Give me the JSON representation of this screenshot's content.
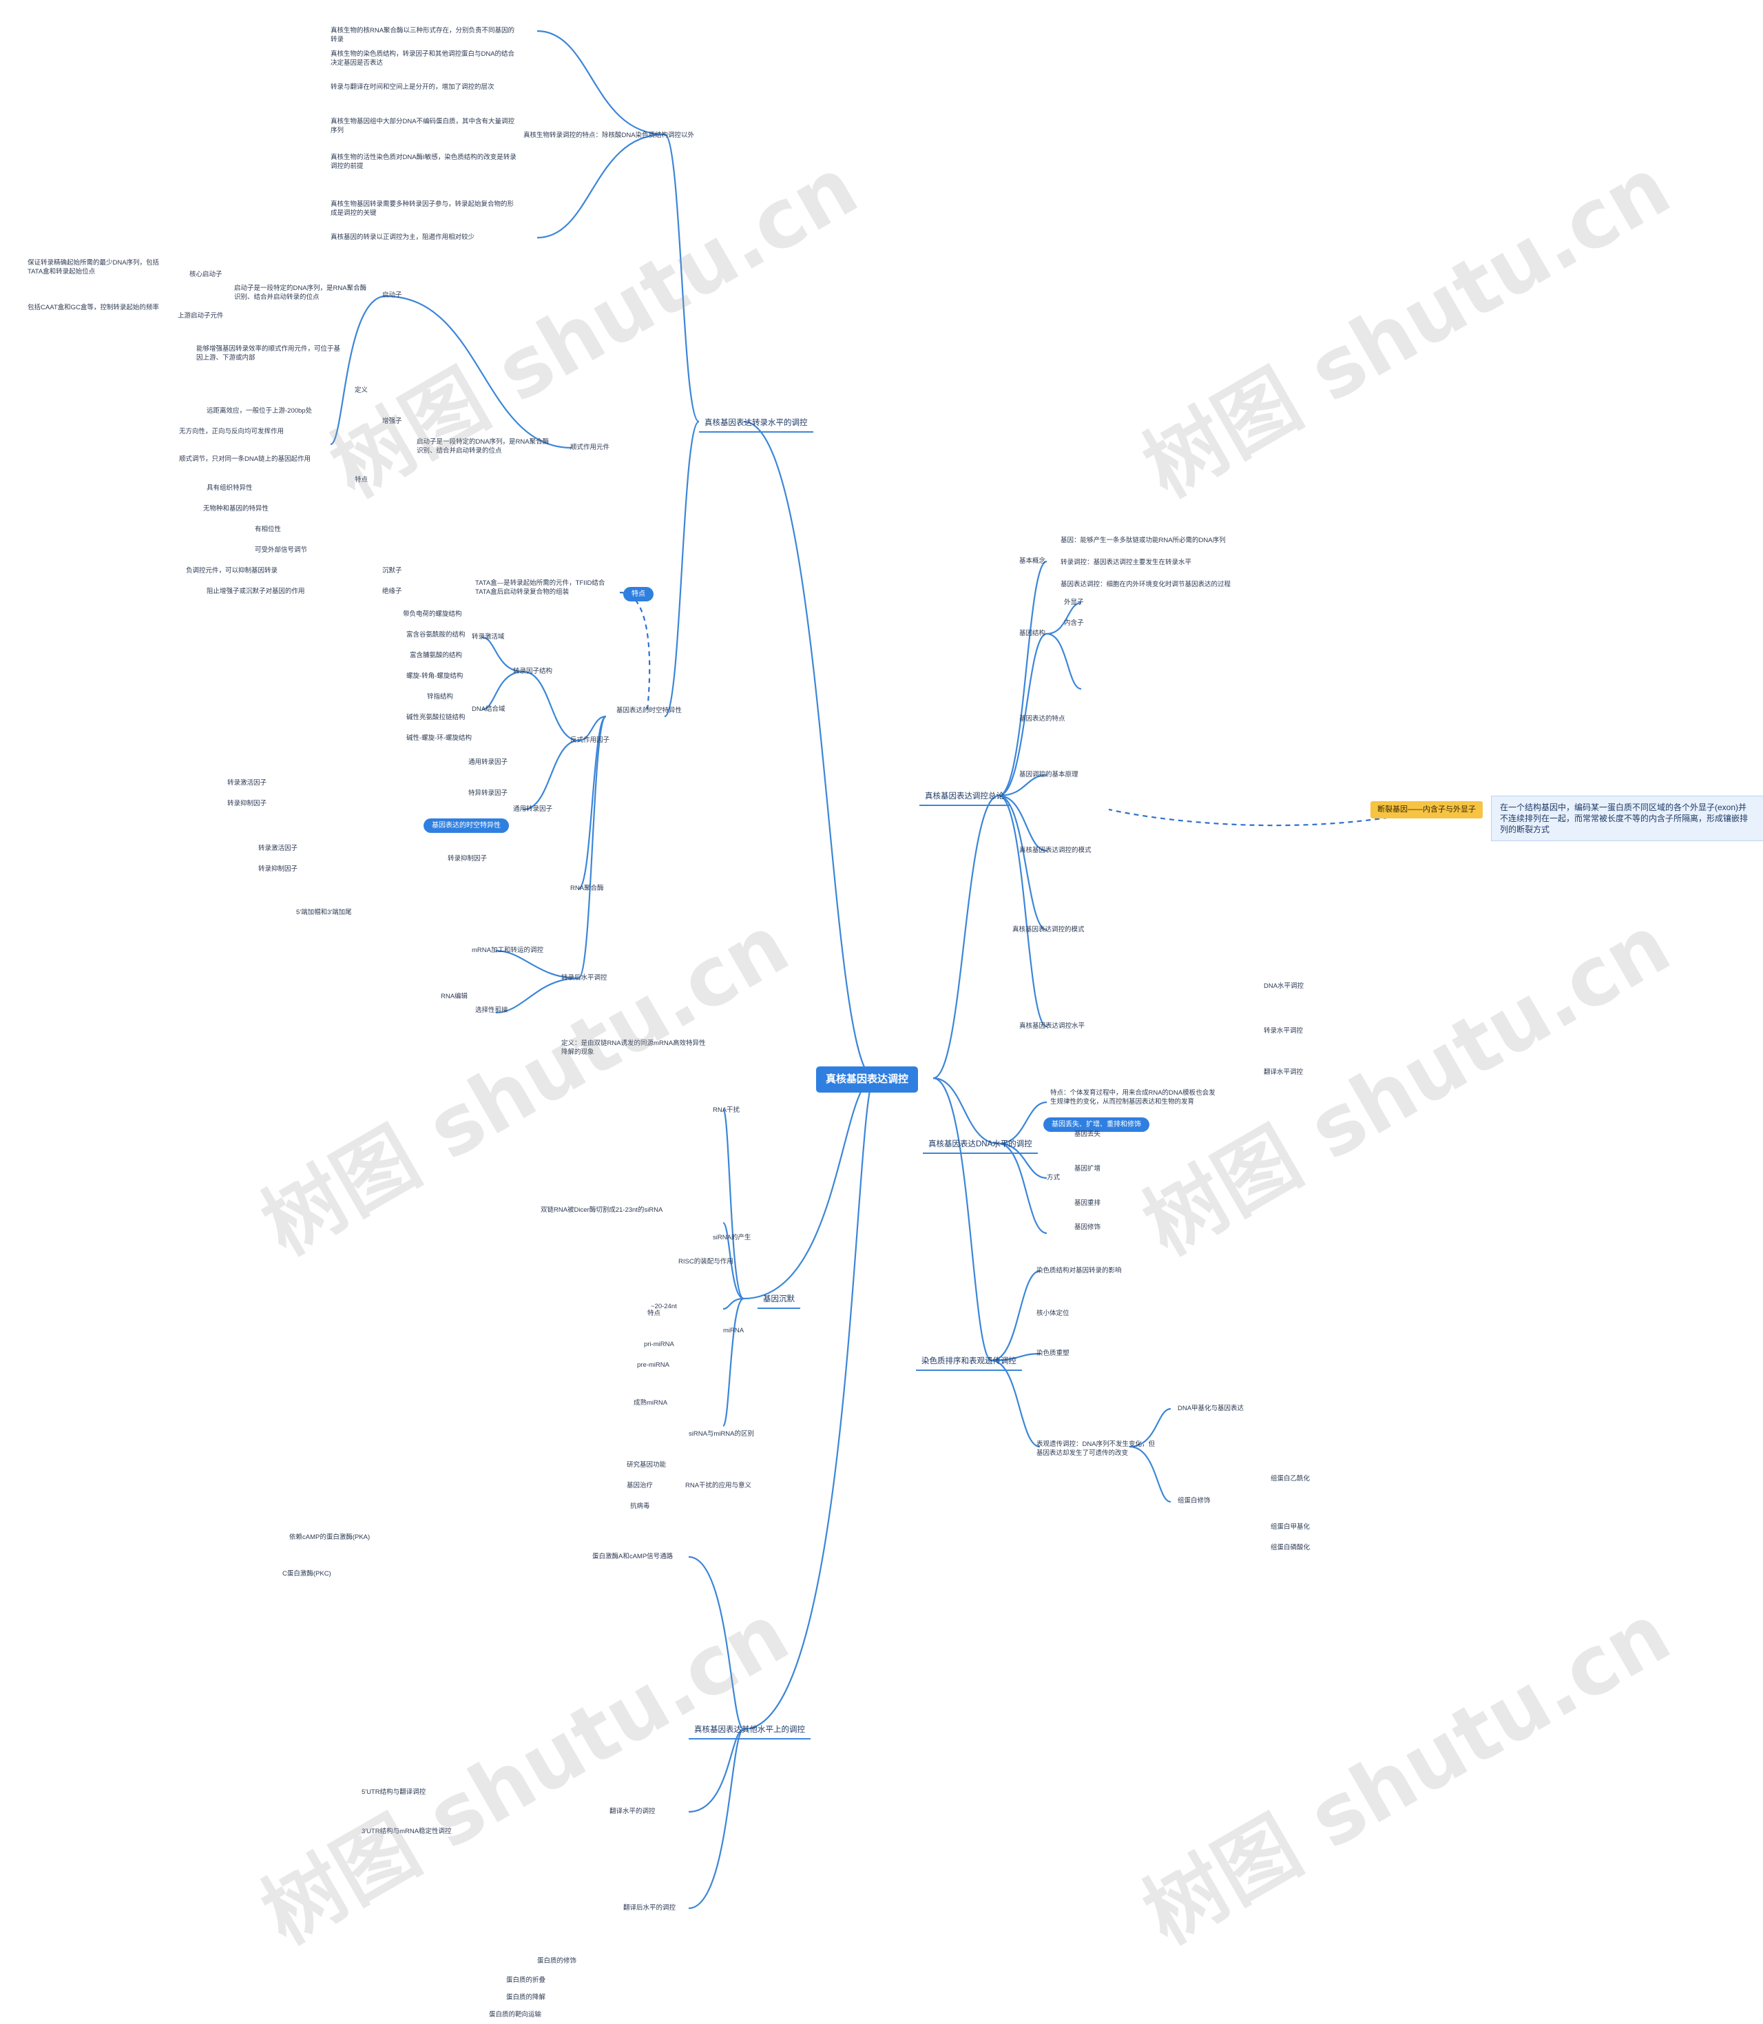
{
  "root": "真核基因表达调控",
  "branches": {
    "transcription": "真核基因表达转录水平的调控",
    "post_transcription_other": "真核基因表达其他水平上的调控",
    "overview": "真核基因表达调控总论",
    "dna_level": "真核基因表达DNA水平的调控",
    "chromatin": "染色质排序和表观遗传调控",
    "silencing": "基因沉默"
  },
  "transcription": {
    "features_group": "真核生物转录调控的特点：除核酸DNA染色质结构调控以外",
    "features": [
      "真核生物的核RNA聚合酶以三种形式存在，分别负责不同基因的转录",
      "真核生物的染色质结构，转录因子和其他调控蛋白与DNA的结合决定基因是否表达",
      "转录与翻译在时间和空间上是分开的，增加了调控的层次",
      "真核生物基因组中大部分DNA不编码蛋白质，其中含有大量调控序列",
      "真核生物的活性染色质对DNA酶I敏感，染色质结构的改变是转录调控的前提",
      "真核生物基因转录需要多种转录因子参与，转录起始复合物的形成是调控的关键",
      "真核基因的转录以正调控为主，阻遏作用相对较少"
    ],
    "cis_elements": "顺式作用元件",
    "promoter": "启动子",
    "promoter_desc": "启动子是一段特定的DNA序列，是RNA聚合酶识别、结合并启动转录的位点",
    "core_promoter": "核心启动子",
    "core_desc": "保证转录精确起始所需的最少DNA序列，包括TATA盒和转录起始位点",
    "upstream_promoter": "上游启动子元件",
    "upstream_desc": "包括CAAT盒和GC盒等，控制转录起始的频率",
    "enhancer": "增强子",
    "enhancer_def": "定义",
    "enhancer_desc": "能够增强基因转录效率的顺式作用元件，可位于基因上游、下游或内部",
    "enhancer_features": "特点",
    "enhancer_items": [
      "远距离效应，一般位于上游-200bp处",
      "无方向性，正向与反向均可发挥作用",
      "顺式调节，只对同一条DNA链上的基因起作用",
      "具有组织特异性",
      "无物种和基因的特异性",
      "有相位性",
      "可受外部信号调节"
    ],
    "silencer": "沉默子",
    "silencer_desc": "负调控元件，可以抑制基因转录",
    "insulator": "绝缘子",
    "insulator_desc": "阻止增强子或沉默子对基因的作用",
    "trans_factors": "反式作用因子",
    "trans_group": "转录因子结构",
    "dna_binding": "DNA结合域",
    "dna_binding_items": [
      "螺旋-转角-螺旋结构",
      "锌指结构",
      "碱性亮氨酸拉链结构",
      "碱性-螺旋-环-螺旋结构"
    ],
    "activation_domain": "转录激活域",
    "activation_items": [
      "带负电荷的螺旋结构",
      "富含谷氨酰胺的结构",
      "富含脯氨酸的结构"
    ],
    "general_tf": "通用转录因子",
    "specific_tf": "特异转录因子",
    "activator": "转录激活因子",
    "repressor": "转录抑制因子",
    "features_pill": "特点",
    "pill_mid": "基因表达的时空特异性",
    "tata_desc": "TATA盒—是转录起始所需的元件，TFIID结合TATA盒后启动转录复合物的组装",
    "rna_pol": "RNA聚合酶",
    "post_tx": "转录后水平调控",
    "mrna_process": "mRNA加工和转运的调控",
    "mrna_cap": "5′端加帽和3′端加尾",
    "alt_splice": "选择性剪接",
    "rna_editing": "RNA编辑"
  },
  "silencing": {
    "rna_i": "RNA干扰",
    "rnai_def": "定义：是由双链RNA诱发的同源mRNA高效特异性降解的现象",
    "sirna": "siRNA的产生",
    "sirna_mech": "双链RNA被Dicer酶切割成21-23nt的siRNA",
    "risc": "RISC的装配与作用",
    "mirna": "miRNA",
    "mirna_items": [
      "~20-24nt",
      "pri-miRNA",
      "pre-miRNA",
      "成熟miRNA"
    ],
    "mirna_features": "特点",
    "sirna_vs_mirna": "siRNA与miRNA的区别",
    "rnai_apps": "RNA干扰的应用与意义",
    "rnai_app_items": [
      "研究基因功能",
      "基因治疗",
      "抗病毒"
    ]
  },
  "overview": {
    "concepts": "基本概念",
    "concept_items": [
      "基因：能够产生一条多肽链或功能RNA所必需的DNA序列",
      "转录调控：基因表达调控主要发生在转录水平",
      "基因表达调控：细胞在内外环境变化时调节基因表达的过程"
    ],
    "gene_structure": "基因结构",
    "exon": "外显子",
    "intron": "内含子",
    "split_gene": "断裂基因——内含子与外显子",
    "split_gene_desc": "在一个结构基因中，编码某一蛋白质不同区域的各个外显子(exon)并不连续排列在一起，而常常被长度不等的内含子所隔离，形成镶嵌排列的断裂方式",
    "features": "基因表达的特点",
    "regulation_basis": "基因调控的基本原理",
    "mode": "真核基因表达调控的模式",
    "multi_level": "真核基因表达调控水平",
    "multi_items": [
      "DNA水平调控",
      "转录水平调控",
      "翻译水平调控"
    ]
  },
  "dna_level": {
    "desc": "特点：个体发育过程中，用来合成RNA的DNA模板也会发生规律性的变化，从而控制基因表达和生物的发育",
    "pill": "基因丢失、扩增、重排和修饰",
    "gene_loss": "基因丢失",
    "gene_amp": "基因扩增",
    "gene_rearr": "基因重排",
    "gene_mod": "基因修饰",
    "methods": "方式"
  },
  "chromatin": {
    "structure_effect": "染色质结构对基因转录的影响",
    "remodeling": "染色质重塑",
    "dna_methylation": "DNA甲基化与基因表达",
    "histone_mod": "组蛋白修饰",
    "histone_items": [
      "组蛋白乙酰化",
      "组蛋白甲基化",
      "组蛋白磷酸化"
    ],
    "epigenetic": "表观遗传调控：DNA序列不发生变化，但基因表达却发生了可遗传的改变",
    "nucleosome": "核小体定位"
  },
  "post_other": {
    "signal": "蛋白激酶A和cAMP信号通路",
    "pka": "依赖cAMP的蛋白激酶(PKA)",
    "pkc": "C蛋白激酶(PKC)",
    "translation": "翻译水平的调控",
    "utr5": "5′UTR结构与翻译调控",
    "utr3": "3′UTR结构与mRNA稳定性调控",
    "post_translation": "翻译后水平的调控",
    "protein_mod": "蛋白质的修饰",
    "protein_fold": "蛋白质的折叠",
    "protein_degr": "蛋白质的降解",
    "protein_target": "蛋白质的靶向运输"
  },
  "watermark": "树图 shutu.cn"
}
